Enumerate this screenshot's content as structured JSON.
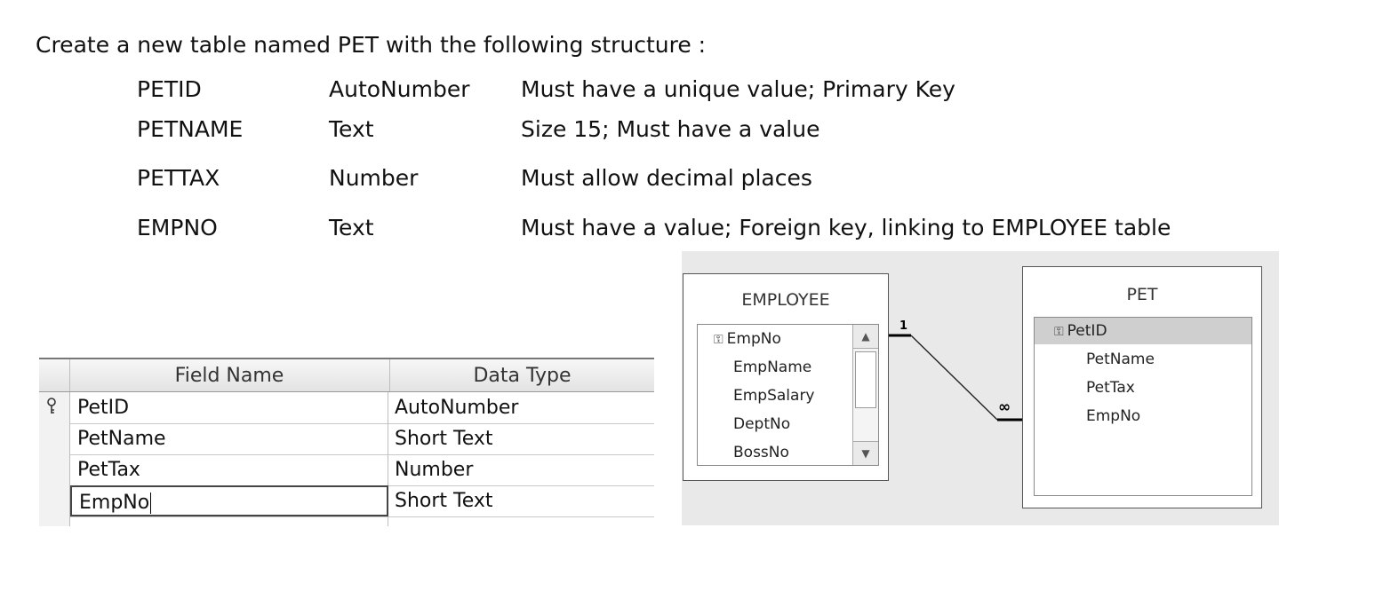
{
  "instruction": "Create a new table named PET with the following structure :",
  "spec": [
    {
      "field": "PETID",
      "type": "AutoNumber",
      "rule": "Must have a unique value; Primary Key"
    },
    {
      "field": "PETNAME",
      "type": "Text",
      "rule": "Size 15; Must have a value"
    },
    {
      "field": "PETTAX",
      "type": "Number",
      "rule": "Must allow decimal places"
    },
    {
      "field": "EMPNO",
      "type": "Text",
      "rule": "Must have a value; Foreign key, linking to EMPLOYEE table"
    }
  ],
  "design_grid": {
    "header_field": "Field Name",
    "header_type": "Data Type",
    "rows": [
      {
        "name": "PetID",
        "type": "AutoNumber",
        "primary_key": true
      },
      {
        "name": "PetName",
        "type": "Short Text"
      },
      {
        "name": "PetTax",
        "type": "Number"
      },
      {
        "name": "EmpNo",
        "type": "Short Text",
        "editing": true
      }
    ],
    "key_icon": "key-icon"
  },
  "relationships": {
    "employee": {
      "title": "EMPLOYEE",
      "fields": [
        "EmpNo",
        "EmpName",
        "EmpSalary",
        "DeptNo",
        "BossNo"
      ]
    },
    "pet": {
      "title": "PET",
      "fields": [
        "PetID",
        "PetName",
        "PetTax",
        "EmpNo"
      ]
    },
    "one_label": "1",
    "many_label": "∞"
  }
}
